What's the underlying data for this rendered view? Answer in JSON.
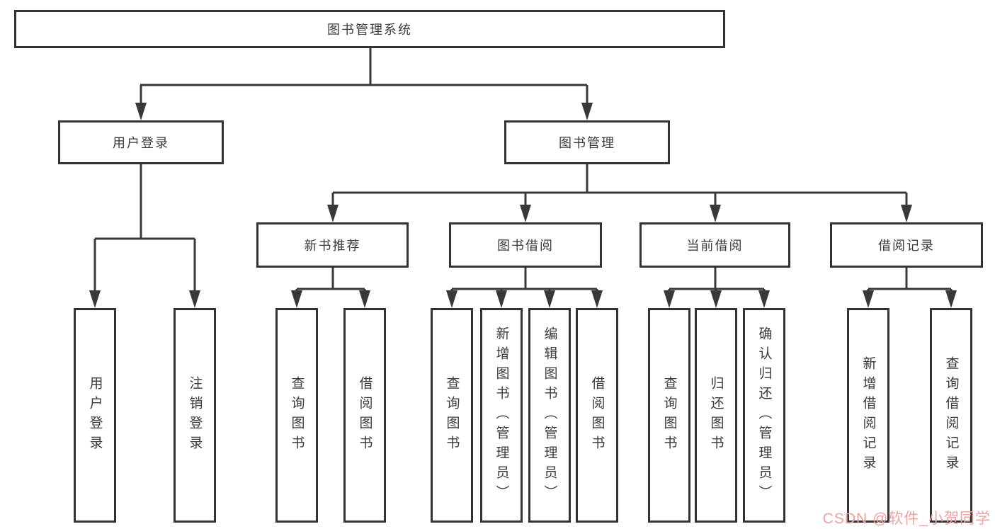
{
  "tree": {
    "root": {
      "label": "图书管理系统"
    },
    "user_login": {
      "label": "用户登录",
      "children": [
        {
          "label": "用户登录"
        },
        {
          "label": "注销登录"
        }
      ]
    },
    "book_mgmt": {
      "label": "图书管理",
      "groups": [
        {
          "label": "新书推荐",
          "children": [
            {
              "label": "查询图书"
            },
            {
              "label": "借阅图书"
            }
          ]
        },
        {
          "label": "图书借阅",
          "children": [
            {
              "label": "查询图书"
            },
            {
              "label": "新增图书（管理员）"
            },
            {
              "label": "编辑图书（管理员）"
            },
            {
              "label": "借阅图书"
            }
          ]
        },
        {
          "label": "当前借阅",
          "children": [
            {
              "label": "查询图书"
            },
            {
              "label": "归还图书"
            },
            {
              "label": "确认归还（管理员）"
            }
          ]
        },
        {
          "label": "借阅记录",
          "children": [
            {
              "label": "新增借阅记录"
            },
            {
              "label": "查询借阅记录"
            }
          ]
        }
      ]
    }
  },
  "watermark": {
    "text": "CSDN @软件_小贺同学"
  },
  "colors": {
    "border": "#333333",
    "text": "#3a3a3a",
    "connector": "#383838",
    "background": "#ffffff",
    "watermark": "#f0a2a0"
  }
}
